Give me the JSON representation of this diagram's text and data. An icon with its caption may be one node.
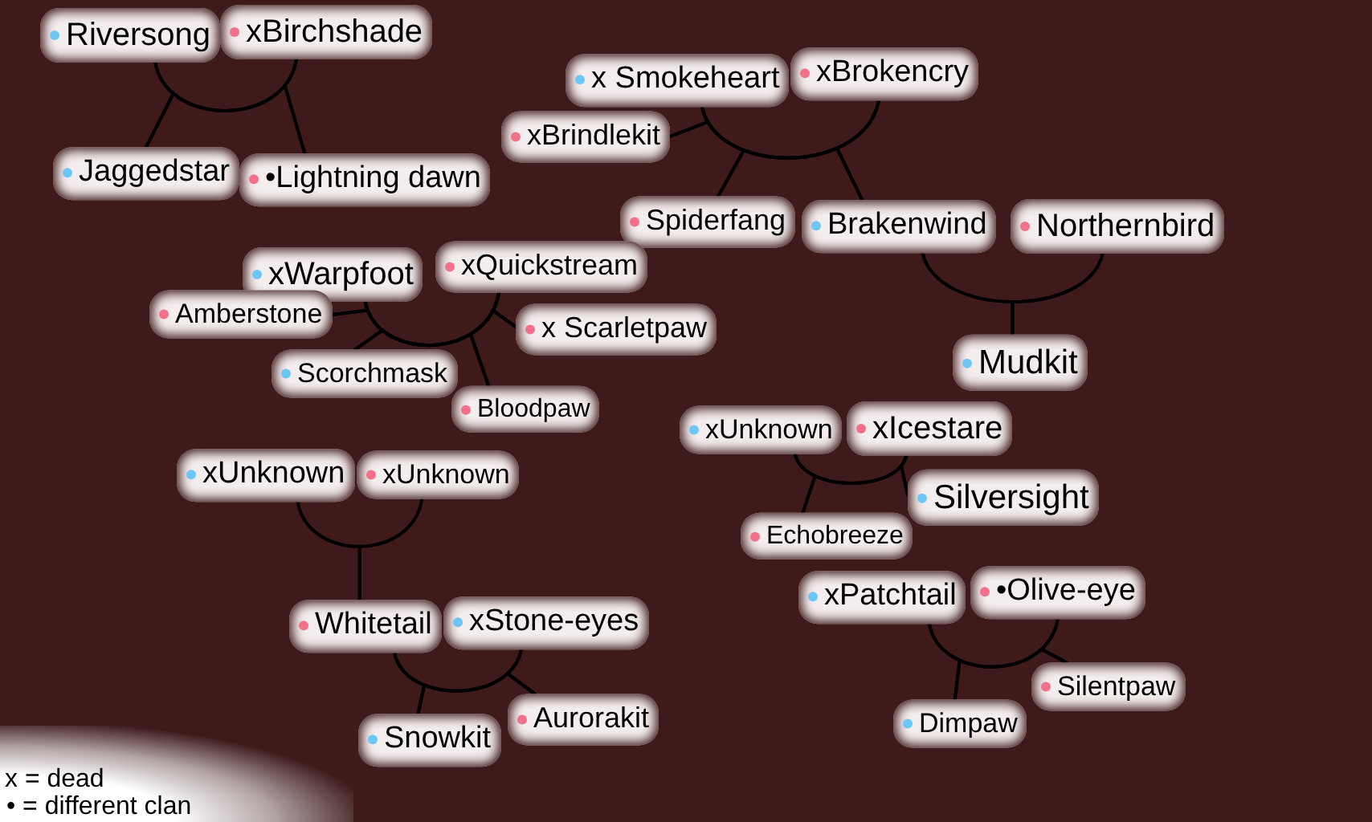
{
  "diagram": {
    "nodes": [
      {
        "text": [
          "Riversong"
        ]
      },
      {
        "text": [
          "xBirchshade"
        ]
      },
      {
        "text": [
          "Jaggedstar"
        ]
      },
      {
        "text": [
          "•Lightning dawn"
        ]
      },
      {
        "text": [
          "x Smokeheart"
        ]
      },
      {
        "text": [
          "xBrokencry"
        ]
      },
      {
        "text": [
          "xBrindlekit"
        ]
      },
      {
        "text": [
          "Spiderfang"
        ]
      },
      {
        "text": [
          "Brakenwind"
        ]
      },
      {
        "text": [
          "Northernbird"
        ]
      },
      {
        "text": [
          "Mudkit"
        ]
      },
      {
        "text": [
          "xWarpfoot"
        ]
      },
      {
        "text": [
          "xQuickstream"
        ]
      },
      {
        "text": [
          "Amberstone"
        ]
      },
      {
        "text": [
          "x Scarletpaw"
        ]
      },
      {
        "text": [
          "Scorchmask"
        ]
      },
      {
        "text": [
          "Bloodpaw"
        ]
      },
      {
        "text": [
          "xUnknown"
        ]
      },
      {
        "text": [
          "xUnknown"
        ]
      },
      {
        "text": [
          "Whitetail"
        ]
      },
      {
        "text": [
          "xStone-eyes"
        ]
      },
      {
        "text": [
          "Snowkit"
        ]
      },
      {
        "text": [
          "Aurorakit"
        ]
      },
      {
        "text": [
          "xUnknown"
        ]
      },
      {
        "text": [
          "xIcestare"
        ]
      },
      {
        "text": [
          "Echobreeze"
        ]
      },
      {
        "text": [
          "Silversight"
        ]
      },
      {
        "text": [
          "xPatchtail"
        ]
      },
      {
        "text": [
          "•Olive-eye"
        ]
      },
      {
        "text": [
          "Dimpaw"
        ]
      },
      {
        "text": [
          "Silentpaw"
        ]
      }
    ],
    "edges": [
      {
        "from": 0,
        "to": 2,
        "arrow": "none"
      },
      {
        "from": 1,
        "to": 2,
        "arrow": "none"
      },
      {
        "from": 0,
        "to": 3,
        "arrow": "none"
      },
      {
        "from": 1,
        "to": 3,
        "arrow": "none"
      },
      {
        "from": 4,
        "to": 6,
        "arrow": "none"
      },
      {
        "from": 5,
        "to": 6,
        "arrow": "none"
      },
      {
        "from": 4,
        "to": 7,
        "arrow": "none"
      },
      {
        "from": 5,
        "to": 7,
        "arrow": "none"
      },
      {
        "from": 4,
        "to": 8,
        "arrow": "none"
      },
      {
        "from": 5,
        "to": 8,
        "arrow": "none"
      },
      {
        "from": 8,
        "to": 10,
        "arrow": "none"
      },
      {
        "from": 9,
        "to": 10,
        "arrow": "none"
      },
      {
        "from": 11,
        "to": 13,
        "arrow": "none"
      },
      {
        "from": 12,
        "to": 13,
        "arrow": "none"
      },
      {
        "from": 11,
        "to": 14,
        "arrow": "none"
      },
      {
        "from": 12,
        "to": 14,
        "arrow": "none"
      },
      {
        "from": 11,
        "to": 15,
        "arrow": "none"
      },
      {
        "from": 12,
        "to": 15,
        "arrow": "none"
      },
      {
        "from": 11,
        "to": 16,
        "arrow": "none"
      },
      {
        "from": 12,
        "to": 16,
        "arrow": "none"
      },
      {
        "from": 17,
        "to": 19,
        "arrow": "none"
      },
      {
        "from": 18,
        "to": 19,
        "arrow": "none"
      },
      {
        "from": 19,
        "to": 21,
        "arrow": "none"
      },
      {
        "from": 20,
        "to": 21,
        "arrow": "none"
      },
      {
        "from": 19,
        "to": 22,
        "arrow": "none"
      },
      {
        "from": 20,
        "to": 22,
        "arrow": "none"
      },
      {
        "from": 23,
        "to": 25,
        "arrow": "none"
      },
      {
        "from": 24,
        "to": 25,
        "arrow": "none"
      },
      {
        "from": 23,
        "to": 26,
        "arrow": "none"
      },
      {
        "from": 24,
        "to": 26,
        "arrow": "none"
      },
      {
        "from": 27,
        "to": 29,
        "arrow": "none"
      },
      {
        "from": 28,
        "to": 29,
        "arrow": "none"
      },
      {
        "from": 27,
        "to": 30,
        "arrow": "none"
      },
      {
        "from": 28,
        "to": 30,
        "arrow": "none"
      }
    ],
    "labels": [
      "x = dead",
      "• = different clan"
    ]
  }
}
